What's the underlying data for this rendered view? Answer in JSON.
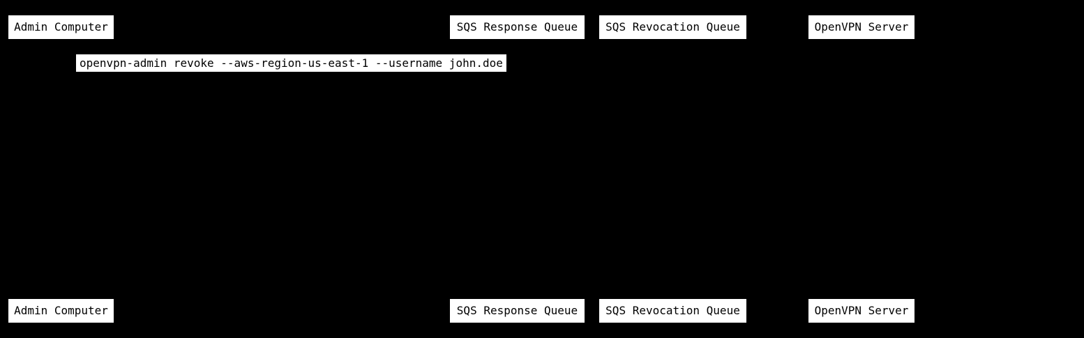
{
  "diagram": {
    "type": "sequence-diagram",
    "colors": {
      "background": "#000000",
      "box_fill": "#ffffff",
      "box_text": "#000000"
    },
    "participants": [
      {
        "id": "admin-computer",
        "label": "Admin Computer"
      },
      {
        "id": "sqs-response-queue",
        "label": "SQS Response Queue"
      },
      {
        "id": "sqs-revocation-queue",
        "label": "SQS Revocation Queue"
      },
      {
        "id": "openvpn-server",
        "label": "OpenVPN Server"
      }
    ],
    "message": {
      "from": "admin-computer",
      "text": "openvpn-admin revoke --aws-region-us-east-1 --username john.doe"
    }
  }
}
